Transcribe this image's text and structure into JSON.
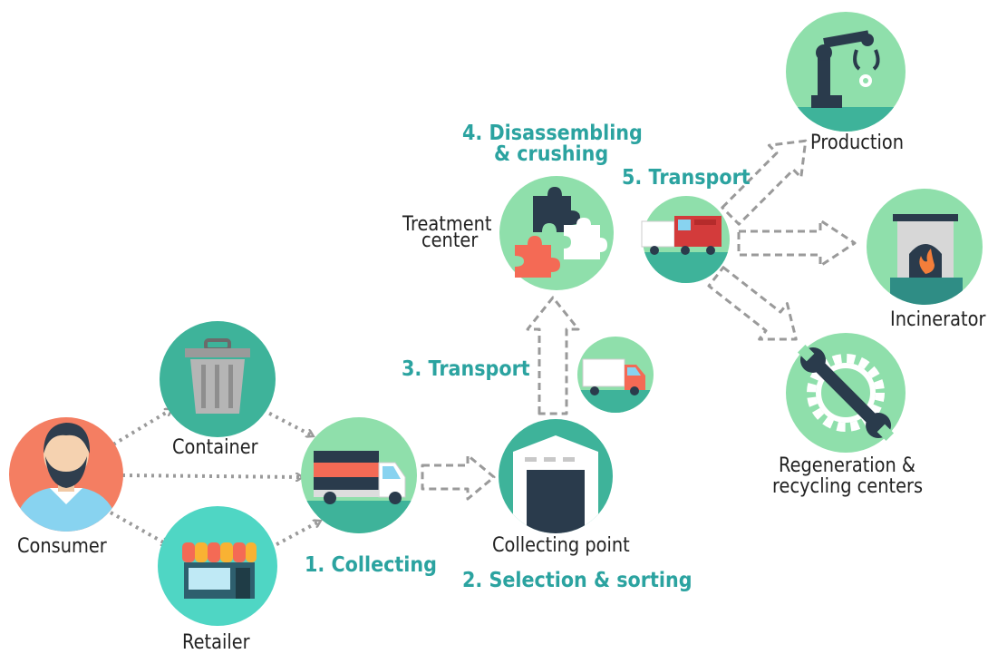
{
  "nodes": {
    "consumer": "Consumer",
    "container": "Container",
    "retailer": "Retailer",
    "collecting_point": "Collecting point",
    "treatment_center_line1": "Treatment",
    "treatment_center_line2": "center",
    "production": "Production",
    "incinerator": "Incinerator",
    "regeneration_line1": "Regeneration &",
    "regeneration_line2": "recycling centers"
  },
  "steps": {
    "collecting": "1. Collecting",
    "selection": "2. Selection & sorting",
    "transport_3": "3. Transport",
    "disassembling_line1": "4. Disassembling",
    "disassembling_line2": "& crushing",
    "transport_5": "5. Transport"
  },
  "colors": {
    "teal_text": "#2ba3a0",
    "light_green_circle": "#8fdfab",
    "teal_circle": "#3eb39a",
    "turquoise_circle": "#4fd6c4",
    "consumer_circle": "#f47e62",
    "arrow_gray": "#9a9a9a"
  }
}
